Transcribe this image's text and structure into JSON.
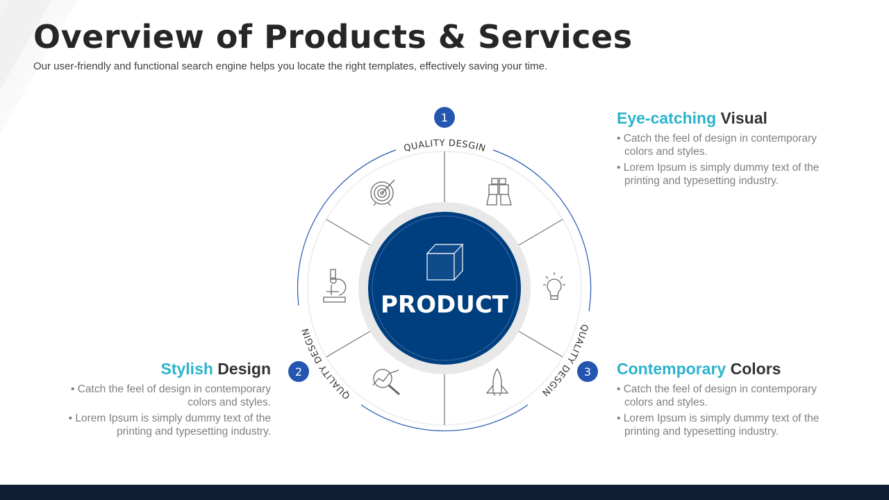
{
  "title": "Overview of Products & Services",
  "subtitle": "Our user-friendly  and functional search engine helps you locate the right templates, effectively saving your time.",
  "diagram": {
    "center_label": "PRODUCT",
    "ring_labels": [
      "QUALITY DESGIN",
      "QUALITY DESGIN",
      "QUALITY DESGIN"
    ],
    "badges": [
      "1",
      "2",
      "3"
    ],
    "icons": [
      "target-icon",
      "binoculars-icon",
      "lightbulb-icon",
      "rocket-icon",
      "magnifier-chart-icon",
      "microscope-icon"
    ]
  },
  "sections": [
    {
      "accent": "Eye-catching",
      "rest": " Visual",
      "bullets": [
        "Catch the feel of design in contemporary colors and styles.",
        "Lorem Ipsum is simply dummy text of the printing and typesetting  industry."
      ]
    },
    {
      "accent": "Stylish",
      "rest": " Design",
      "bullets": [
        "Catch the feel of design in contemporary colors and styles.",
        "Lorem Ipsum is simply dummy text of the printing and typesetting  industry."
      ]
    },
    {
      "accent": "Contemporary",
      "rest": " Colors",
      "bullets": [
        "Catch the feel of design in contemporary colors and styles.",
        "Lorem Ipsum is simply dummy text of the printing and typesetting  industry."
      ]
    }
  ],
  "colors": {
    "primary": "#003f7f",
    "accent": "#2bb3cc",
    "badge": "#2456b0"
  }
}
